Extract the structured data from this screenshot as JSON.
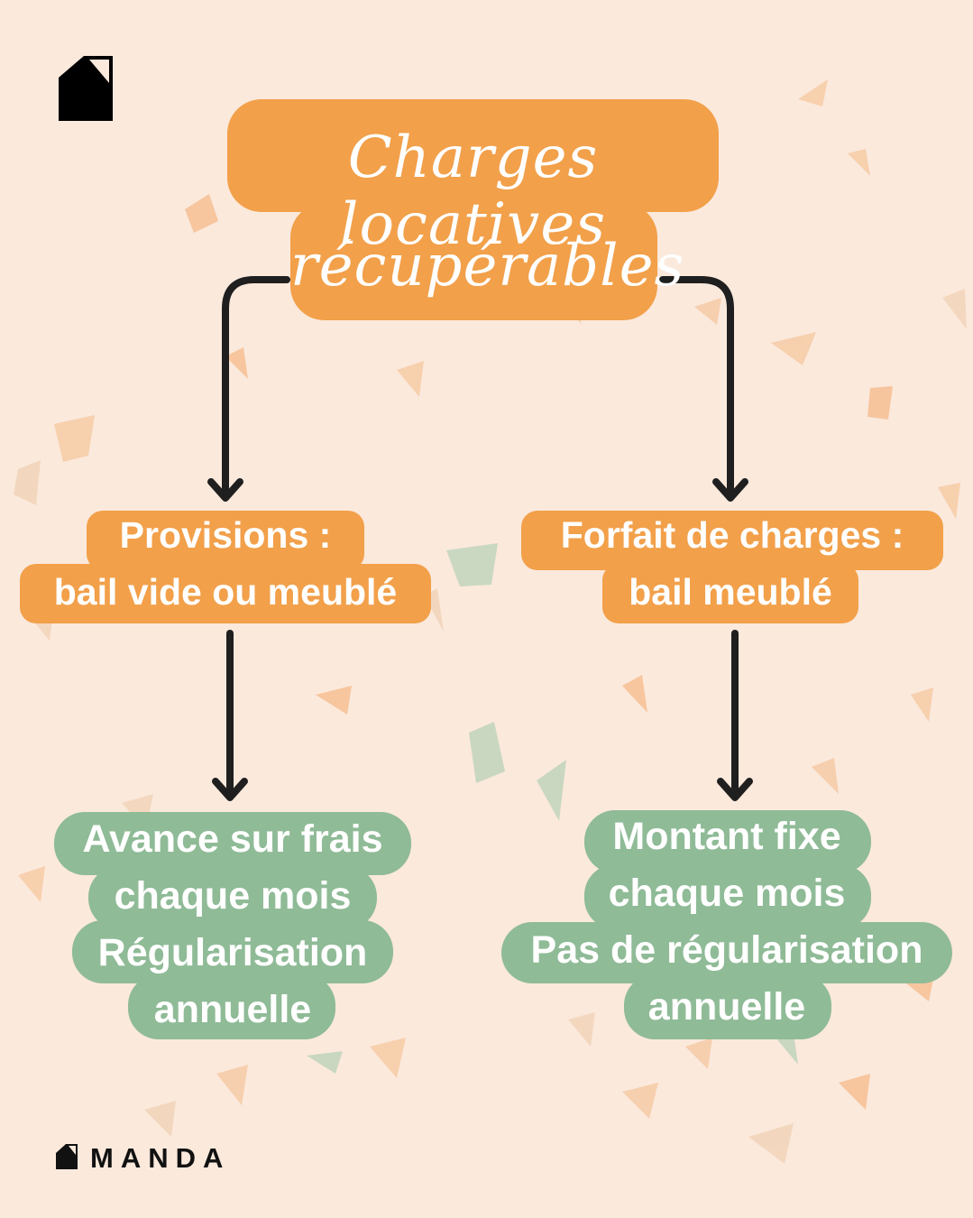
{
  "title": {
    "line1": "Charges locatives",
    "line2": "récupérables"
  },
  "left": {
    "pill_line1": "Provisions :",
    "pill_line2": "bail vide ou meublé",
    "box_lines": [
      "Avance sur frais",
      "chaque mois",
      "Régularisation",
      "annuelle"
    ]
  },
  "right": {
    "pill_line1": "Forfait de charges :",
    "pill_line2": "bail meublé",
    "box_lines": [
      "Montant fixe",
      "chaque mois",
      "Pas de régularisation",
      "annuelle"
    ]
  },
  "brand": {
    "name": "MANDA"
  },
  "colors": {
    "background": "#fbe9dc",
    "orange": "#f2a04a",
    "green": "#8fbb97",
    "arrow": "#1f1f1f"
  },
  "icons": [
    "house-logo-icon",
    "arrow-down-icon"
  ]
}
